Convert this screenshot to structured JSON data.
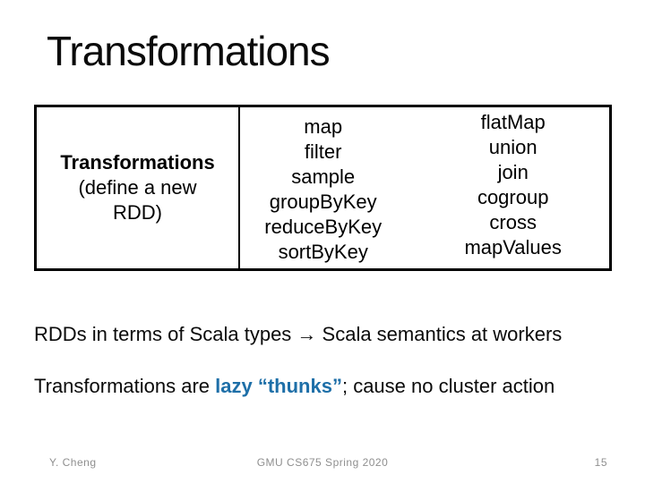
{
  "slide": {
    "title": "Transformations",
    "table": {
      "left_cell": {
        "heading": "Transformations",
        "sub_line1": "(define a new",
        "sub_line2": "RDD)"
      },
      "middle_column": [
        "map",
        "filter",
        "sample",
        "groupByKey",
        "reduceByKey",
        "sortByKey"
      ],
      "right_column": [
        "flatMap",
        "union",
        "join",
        "cogroup",
        "cross",
        "mapValues"
      ]
    },
    "body": {
      "line1": "RDDs in terms of Scala types → Scala semantics at workers",
      "line2_prefix": "Transformations are ",
      "line2_highlight": "lazy “thunks”",
      "line2_suffix": "; cause no cluster action"
    },
    "footer": {
      "author": "Y. Cheng",
      "course": "GMU CS675 Spring 2020",
      "page_number": "15"
    },
    "colors": {
      "highlight_blue": "#1E6FA8",
      "footer_gray": "#8F8F8F",
      "border_black": "#000000"
    }
  }
}
